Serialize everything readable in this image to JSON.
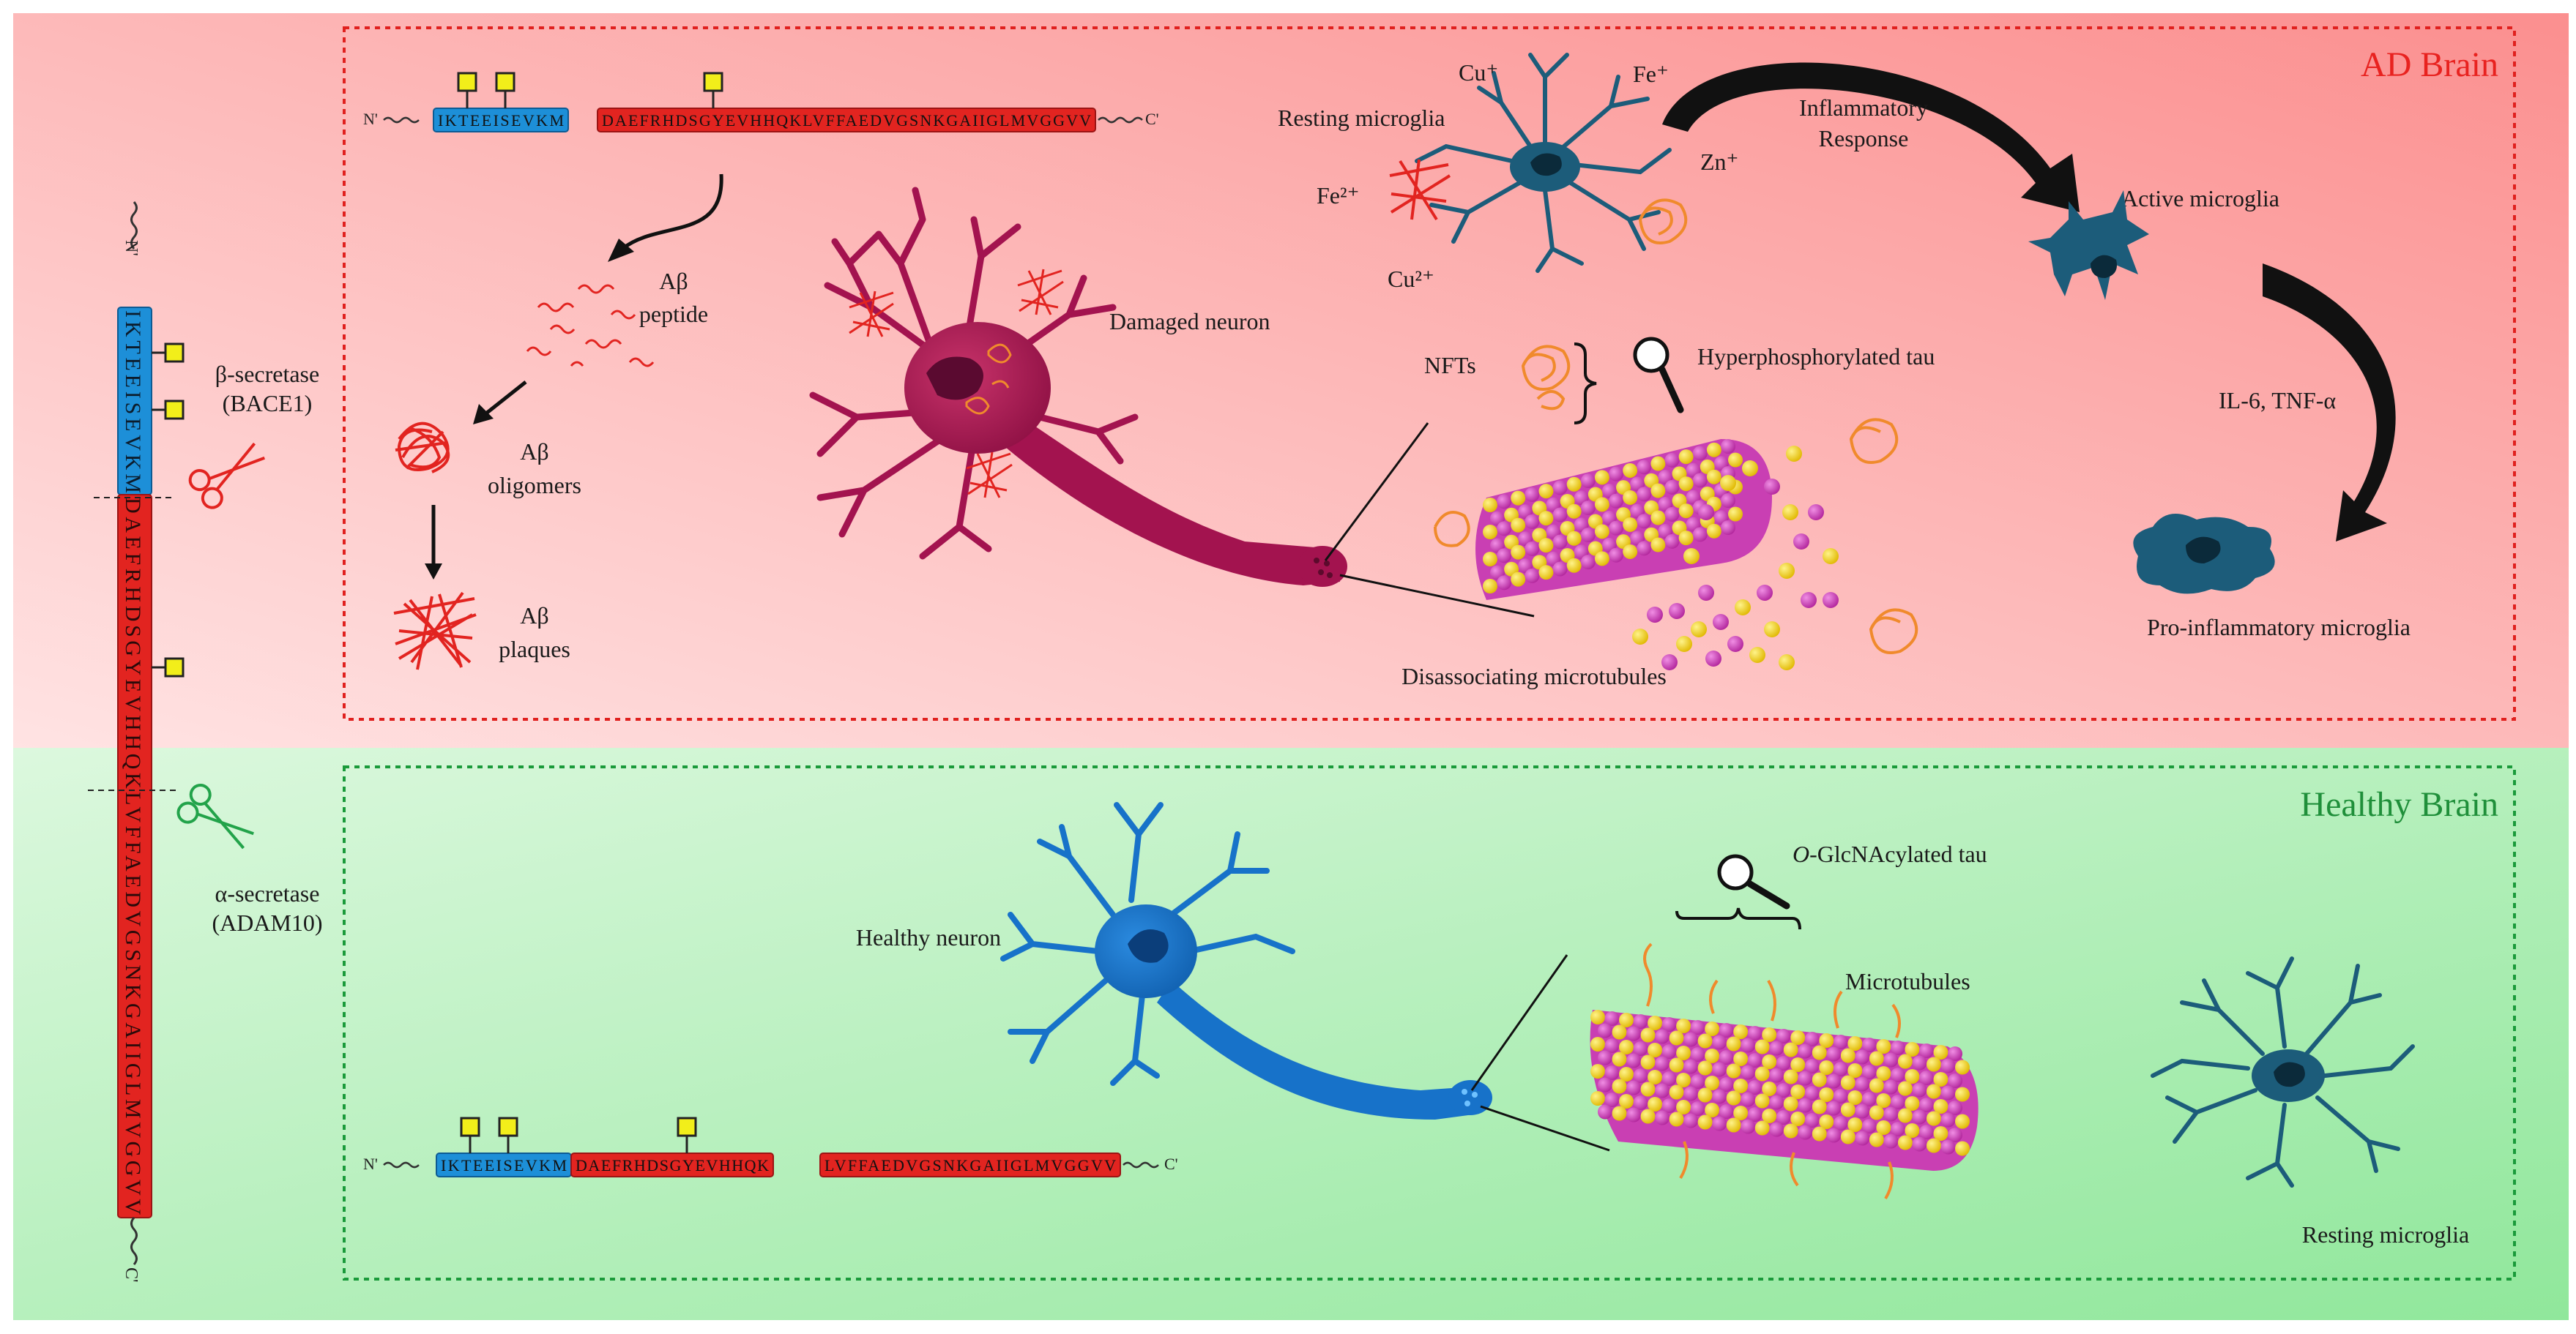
{
  "colors": {
    "ad_bg_top": "#fb8c8c",
    "ad_bg_bottom": "#ffe2e2",
    "healthy_bg_top": "#d7f7d9",
    "healthy_bg_bottom": "#8fe89a",
    "ad_border": "#e0201e",
    "healthy_border": "#1a9a3a",
    "n_domain": "#1d8fd8",
    "abeta_domain": "#e22420",
    "glycan": "#f2ee1a",
    "damaged_neuron": "#a3134f",
    "healthy_neuron": "#1772c9",
    "microglia": "#1c5c7a",
    "tau": "#f08a2c",
    "tubulin_a": "#c93fb3",
    "tubulin_b": "#f2d313"
  },
  "app": {
    "sequence_vertical": {
      "n_label": "N'",
      "c_label": "C'",
      "blue_seq": "IKTEEISEVKM",
      "red_seq": "DAEFRHDSGYEVHHQKLVFFAEDVGSNKGAIIGLMVGGVV"
    },
    "beta_secretase": {
      "name": "β-secretase",
      "enzyme": "(BACE1)"
    },
    "alpha_secretase": {
      "name": "α-secretase",
      "enzyme": "(ADAM10)"
    }
  },
  "ad_panel": {
    "title": "AD Brain",
    "sequence": {
      "n_label": "N'",
      "c_label": "C'",
      "blue_seq": "IKTEEISEVKM",
      "red_seq": "DAEFRHDSGYEVHHQKLVFFAEDVGSNKGAIIGLMVGGVV"
    },
    "abeta_peptide": [
      "Aβ",
      "peptide"
    ],
    "abeta_oligomers": [
      "Aβ",
      "oligomers"
    ],
    "abeta_plaques": [
      "Aβ",
      "plaques"
    ],
    "damaged_neuron": "Damaged neuron",
    "resting_microglia": "Resting microglia",
    "ions": {
      "cu_plus": "Cu⁺",
      "fe_plus": "Fe⁺",
      "fe_2plus": "Fe²⁺",
      "zn_plus": "Zn⁺",
      "cu_2plus": "Cu²⁺"
    },
    "inflammatory_response": [
      "Inflammatory",
      "Response"
    ],
    "active_microglia": "Active microglia",
    "nfts": "NFTs",
    "hyperphosphorylated_tau": "Hyperphosphorylated tau",
    "il6_tnf": "IL-6, TNF-α",
    "pro_inflammatory_microglia": "Pro-inflammatory microglia",
    "disassociating_microtubules": "Disassociating microtubules"
  },
  "healthy_panel": {
    "title": "Healthy Brain",
    "healthy_neuron": "Healthy neuron",
    "oglcnac_tau_prefix": "O",
    "oglcnac_tau_rest": "-GlcNAcylated tau",
    "microtubules": "Microtubules",
    "resting_microglia": "Resting microglia",
    "sequence": {
      "n_label": "N'",
      "c_label": "C'",
      "blue_seq": "IKTEEISEVKM",
      "red_seq_1": "DAEFRHDSGYEVHHQK",
      "red_seq_2": "LVFFAEDVGSNKGAIIGLMVGGVV"
    }
  }
}
